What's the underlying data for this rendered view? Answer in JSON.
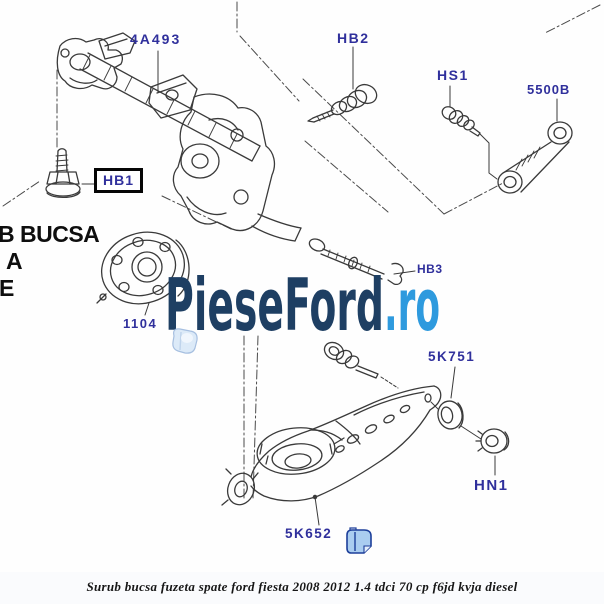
{
  "watermark": {
    "brand": "PieseFord",
    "tld": ".ro",
    "brand_color": "#1e3f63",
    "tld_color": "#2e9ade"
  },
  "caption": "Surub bucsa fuzeta spate ford fiesta 2008 2012 1.4 tdci 70 cp f6jd kvja diesel",
  "cropped_label": {
    "line1": "B BUCSA",
    "line2": "A",
    "line3": "E"
  },
  "part_labels": {
    "crossmember": "4A493",
    "bolt_hb2": "HB2",
    "bolt_hs1": "HS1",
    "link": "5500B",
    "bolt_hb1": "HB1",
    "hub": "1104",
    "bolt_hb3": "HB3",
    "washer": "5K751",
    "lower_arm": "5K652",
    "nut": "HN1"
  },
  "icons": [
    {
      "name": "highlighted-part-icon",
      "style": "soft-blue-clip"
    },
    {
      "name": "highlighted-part-icon",
      "style": "blue-bracket-clip"
    }
  ],
  "colors": {
    "part_label": "#30309c",
    "diagram_line": "#3a3a3a",
    "construction_line": "#4a4a4a",
    "highlight_fill": "#aacdf0",
    "highlight_stroke": "#1d3f9a",
    "caption_text": "#161616"
  }
}
